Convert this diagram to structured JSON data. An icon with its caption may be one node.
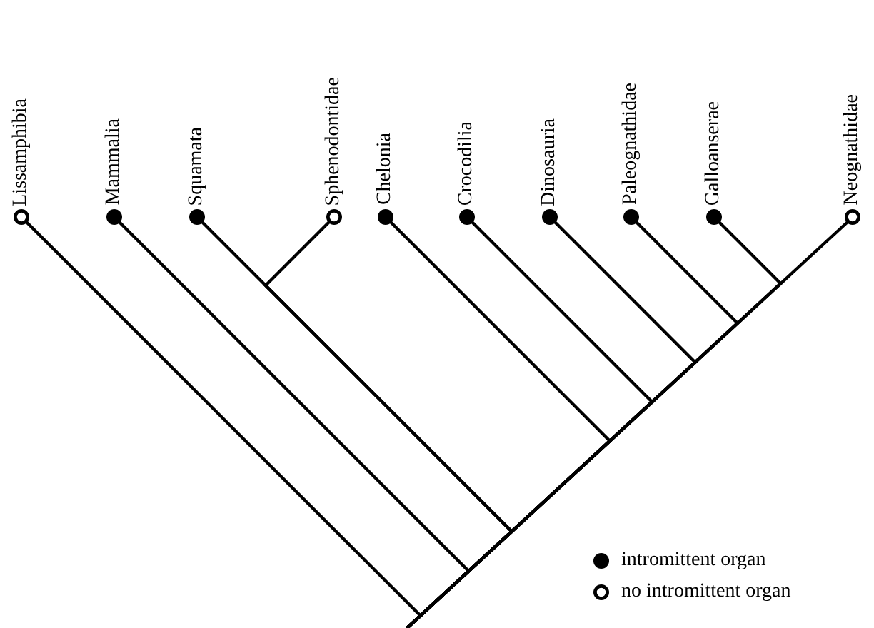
{
  "diagram": {
    "nodes": [
      {
        "text": [
          "Lissamphibia"
        ]
      },
      {
        "text": [
          "Mammalia"
        ]
      },
      {
        "text": [
          "Squamata"
        ]
      },
      {
        "text": [
          "Sphenodontidae"
        ]
      },
      {
        "text": [
          "Chelonia"
        ]
      },
      {
        "text": [
          "Crocodilia"
        ]
      },
      {
        "text": [
          "Dinosauria"
        ]
      },
      {
        "text": [
          "Paleognathidae"
        ]
      },
      {
        "text": [
          "Galloanserae"
        ]
      },
      {
        "text": [
          "Neognathidae"
        ]
      }
    ],
    "edges": [
      {
        "from": null,
        "to": 0,
        "arrow": "none"
      },
      {
        "from": null,
        "to": 1,
        "arrow": "none"
      },
      {
        "from": null,
        "to": 2,
        "arrow": "none"
      },
      {
        "from": null,
        "to": 3,
        "arrow": "none"
      },
      {
        "from": null,
        "to": 4,
        "arrow": "none"
      },
      {
        "from": null,
        "to": 5,
        "arrow": "none"
      },
      {
        "from": null,
        "to": 6,
        "arrow": "none"
      },
      {
        "from": null,
        "to": 7,
        "arrow": "none"
      },
      {
        "from": null,
        "to": 8,
        "arrow": "none"
      },
      {
        "from": null,
        "to": 9,
        "arrow": "none"
      }
    ],
    "legend": [
      {
        "text": "intromittent organ"
      },
      {
        "text": "no intromittent organ"
      }
    ]
  }
}
